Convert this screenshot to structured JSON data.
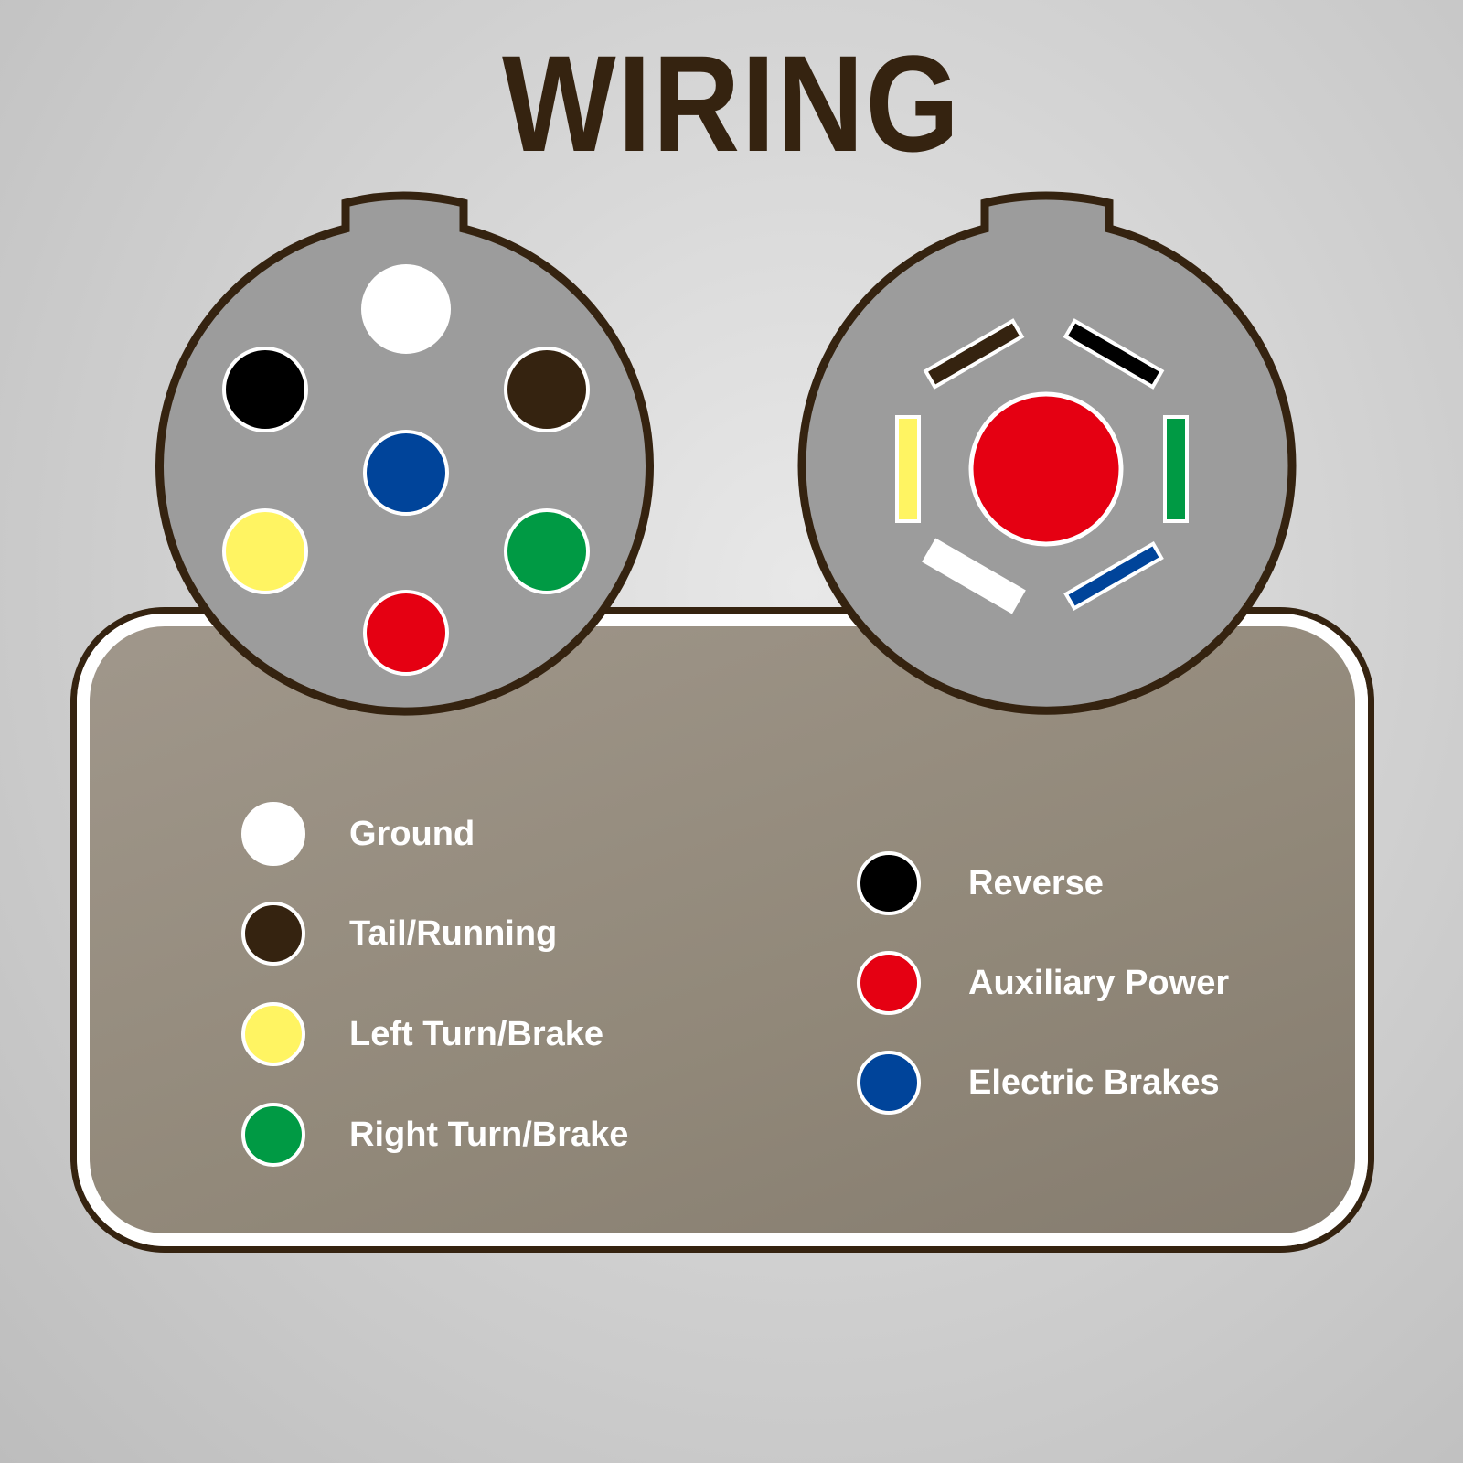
{
  "title": "WIRING",
  "colors": {
    "white": "#ffffff",
    "black": "#000000",
    "brown": "#352310",
    "blue": "#00449a",
    "yellow": "#fff462",
    "green": "#009a44",
    "red": "#e50012",
    "connector_face": "#9c9c9c",
    "connector_outline": "#352310",
    "legend_panel": "#978e82"
  },
  "legend_left": [
    {
      "label": "Ground",
      "color": "#ffffff"
    },
    {
      "label": "Tail/Running",
      "color": "#352310"
    },
    {
      "label": "Left Turn/Brake",
      "color": "#fff462"
    },
    {
      "label": "Right Turn/Brake",
      "color": "#009a44"
    }
  ],
  "legend_right": [
    {
      "label": "Reverse",
      "color": "#000000"
    },
    {
      "label": "Auxiliary Power",
      "color": "#e50012"
    },
    {
      "label": "Electric Brakes",
      "color": "#00449a"
    }
  ]
}
